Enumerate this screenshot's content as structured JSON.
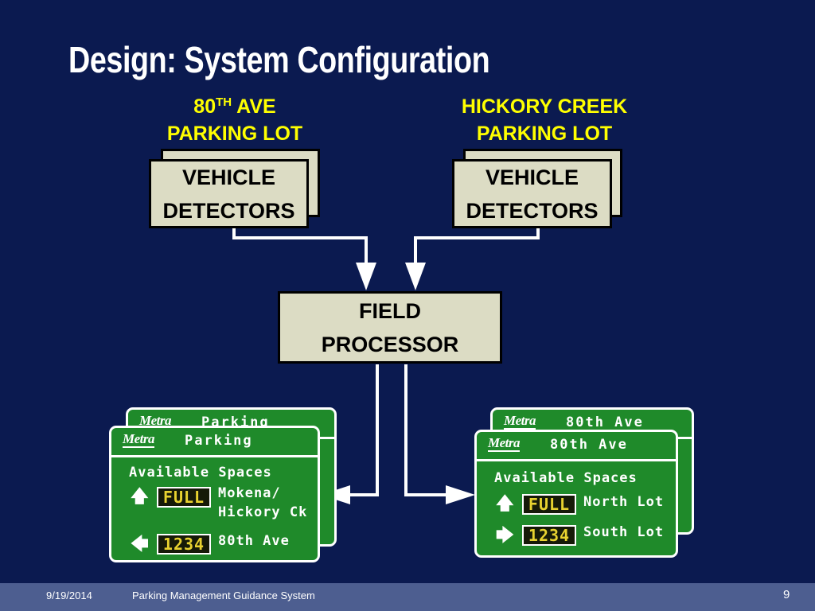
{
  "slide": {
    "title": "Design:  System Configuration"
  },
  "lots": [
    {
      "line1_main": "80",
      "line1_sup": "TH",
      "line1_rest": " AVE",
      "line2": "PARKING LOT"
    },
    {
      "line1": "HICKORY CREEK",
      "line2": "PARKING LOT"
    }
  ],
  "detectors": [
    {
      "line1": "VEHICLE",
      "line2": "DETECTORS"
    },
    {
      "line1": "VEHICLE",
      "line2": "DETECTORS"
    }
  ],
  "processor": {
    "line1": "FIELD",
    "line2": "PROCESSOR"
  },
  "signs": {
    "left": {
      "back_logo": "Metra",
      "back_dest": "Parking",
      "logo": "Metra",
      "dest": "Parking",
      "available_label": "Available Spaces",
      "rows": [
        {
          "arrow_icon": "up-arrow-icon",
          "arrow": "🡅",
          "count": "FULL",
          "label_line1": "Mokena/",
          "label_line2": "Hickory Ck"
        },
        {
          "arrow_icon": "left-arrow-icon",
          "arrow": "🡄",
          "count": "1234",
          "label_line1": "80th Ave"
        }
      ]
    },
    "right": {
      "back_logo": "Metra",
      "back_dest": "80th Ave",
      "logo": "Metra",
      "dest": "80th Ave",
      "available_label": "Available Spaces",
      "rows": [
        {
          "arrow_icon": "up-arrow-icon",
          "arrow": "🡅",
          "count": "FULL",
          "label_line1": "North Lot"
        },
        {
          "arrow_icon": "right-arrow-icon",
          "arrow": "🡆",
          "count": "1234",
          "label_line1": "South Lot"
        }
      ]
    }
  },
  "footer": {
    "date": "9/19/2014",
    "presentation": "Parking Management Guidance System",
    "page_number": "9"
  },
  "colors": {
    "background": "#0b1a50",
    "title": "#ffffff",
    "lot_label": "#ffff00",
    "box_fill": "#dcdcc4",
    "sign_green": "#1f8a2a",
    "footer_bar": "#4d5e90"
  }
}
